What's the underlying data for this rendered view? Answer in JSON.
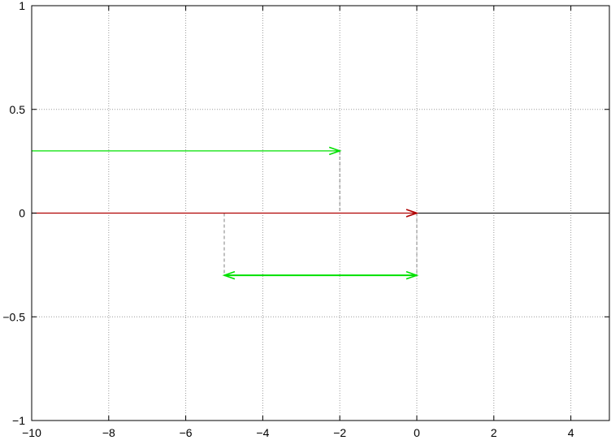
{
  "chart_data": {
    "type": "line",
    "title": "",
    "xlabel": "",
    "ylabel": "",
    "xlim": [
      -10,
      5
    ],
    "ylim": [
      -1,
      1
    ],
    "grid": true,
    "xticks": [
      -10,
      -8,
      -6,
      -4,
      -2,
      0,
      2,
      4
    ],
    "xtick_labels": [
      "−10",
      "−8",
      "−6",
      "−4",
      "−2",
      "0",
      "2",
      "4"
    ],
    "yticks": [
      -1,
      -0.5,
      0,
      0.5,
      1
    ],
    "ytick_labels": [
      "−1",
      "−0.5",
      "0",
      "0.5",
      "1"
    ],
    "series": [
      {
        "color": "#000000",
        "style": "solid",
        "x": [
          -10,
          5
        ],
        "y": [
          0,
          0
        ]
      }
    ],
    "arrows": [
      {
        "from": [
          -10,
          0
        ],
        "to": [
          0,
          0
        ],
        "color": "#b00000",
        "heads": "end"
      },
      {
        "from": [
          -10,
          0.3
        ],
        "to": [
          -2,
          0.3
        ],
        "color": "#00e000",
        "heads": "end"
      },
      {
        "from": [
          -5,
          -0.3
        ],
        "to": [
          0,
          -0.3
        ],
        "color": "#00e000",
        "heads": "both"
      }
    ],
    "guides": [
      {
        "from": [
          -2,
          0.3
        ],
        "to": [
          -2,
          0
        ],
        "color": "#808080",
        "style": "dashed"
      },
      {
        "from": [
          -5,
          0
        ],
        "to": [
          -5,
          -0.3
        ],
        "color": "#808080",
        "style": "dashed"
      },
      {
        "from": [
          0,
          0
        ],
        "to": [
          0,
          -0.3
        ],
        "color": "#808080",
        "style": "dashed"
      }
    ]
  }
}
